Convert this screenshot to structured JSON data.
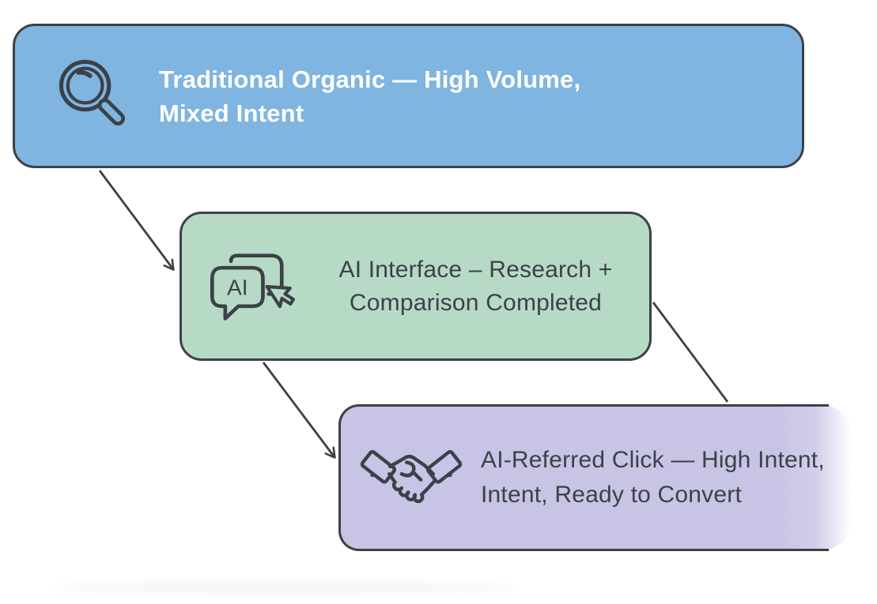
{
  "diagram": {
    "background": "#ffffff",
    "stroke_color": "#3c4147",
    "nodes": [
      {
        "id": "traditional-organic",
        "icon": "magnifier-icon",
        "fill": "#7fb5e0",
        "text_color": "#ffffff",
        "label_line1": "Traditional Organic — High Volume,",
        "label_line2": "Mixed Intent"
      },
      {
        "id": "ai-interface",
        "icon": "ai-chat-cursor-icon",
        "icon_text": "AI",
        "fill": "#b6dac6",
        "text_color": "#3c4147",
        "label_line1": "AI Interface – Research +",
        "label_line2": "Comparison Completed"
      },
      {
        "id": "ai-referred-click",
        "icon": "handshake-icon",
        "fill": "#c8c4e6",
        "text_color": "#3c4147",
        "label_line1": "AI-Referred Click — High Intent,",
        "label_line2": "Intent, Ready to Convert"
      }
    ],
    "connectors": [
      {
        "from": "traditional-organic",
        "to": "ai-interface",
        "arrowhead": true
      },
      {
        "from": "ai-interface",
        "to": "ai-referred-click",
        "arrowhead": true
      },
      {
        "from": "ai-interface",
        "to": "ai-referred-click",
        "side": "right",
        "arrowhead": false
      }
    ]
  }
}
